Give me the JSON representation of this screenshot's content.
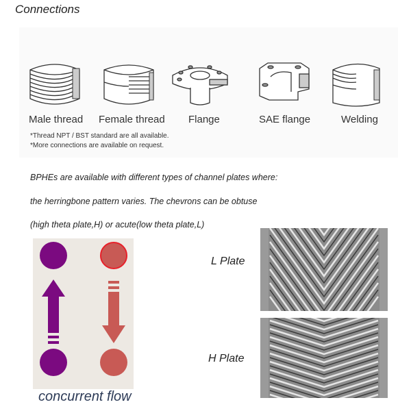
{
  "header": {
    "title": "Connections"
  },
  "connections": {
    "items": [
      {
        "label": "Male thread",
        "icon": "male-thread-icon"
      },
      {
        "label": "Female thread",
        "icon": "female-thread-icon"
      },
      {
        "label": "Flange",
        "icon": "flange-icon"
      },
      {
        "label": "SAE flange",
        "icon": "sae-flange-icon"
      },
      {
        "label": "Welding",
        "icon": "welding-icon"
      }
    ],
    "notes": [
      "*Thread NPT / BST standard are all available.",
      "*More connections are available on request."
    ]
  },
  "description": {
    "lines": [
      "BPHEs are available with different types of channel plates where:",
      "the herringbone pattern varies. The chevrons can be obtuse",
      "(high theta plate,H) or acute(low theta plate,L)"
    ]
  },
  "flow_diagram": {
    "caption": "concurrent flow",
    "colors": {
      "purple": "#7b0a80",
      "red": "#c85a55",
      "red_outline": "#e8202a",
      "background": "#ede9e3"
    }
  },
  "plates": [
    {
      "label": "L Plate",
      "type": "low-theta"
    },
    {
      "label": "H Plate",
      "type": "high-theta"
    }
  ]
}
